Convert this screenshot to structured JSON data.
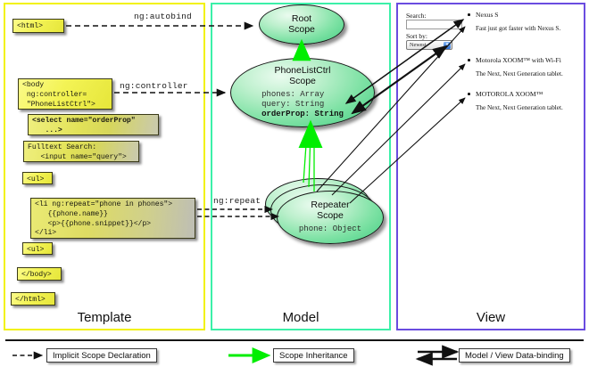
{
  "columns": {
    "template_label": "Template",
    "model_label": "Model",
    "view_label": "View"
  },
  "template": {
    "boxes": [
      {
        "name": "html-open-tag",
        "code": "<html>"
      },
      {
        "name": "body-tag",
        "code": "<body\n ng:controller=\n \"PhoneListCtrl\">"
      },
      {
        "name": "select-tag",
        "code": "<select name=\"orderProp\"\n   ...>"
      },
      {
        "name": "fulltext-search",
        "code": "Fulltext Search:\n   <input name=\"query\">"
      },
      {
        "name": "ul-open-tag",
        "code": "<ul>"
      },
      {
        "name": "li-repeat-tag",
        "code": "<li ng:repeat=\"phone in phones\">\n   {{phone.name}}\n   <p>{{phone.snippet}}</p>\n</li>"
      },
      {
        "name": "ul-close-tag",
        "code": "<ul>"
      },
      {
        "name": "body-close-tag",
        "code": "</body>"
      },
      {
        "name": "html-close-tag",
        "code": "</html>"
      }
    ]
  },
  "model": {
    "root_scope": {
      "title_line1": "Root",
      "title_line2": "Scope"
    },
    "phonelist_scope": {
      "title_line1": "PhoneListCtrl",
      "title_line2": "Scope",
      "prop1": "phones: Array",
      "prop2": "query: String",
      "prop3": "orderProp: String"
    },
    "repeater_scope": {
      "title_line1": "Repeater",
      "title_line2": "Scope",
      "prop1": "phone: Object"
    }
  },
  "connectors": {
    "ng_autobind": "ng:autobind",
    "ng_controller": "ng:controller",
    "ng_repeat": "ng:repeat"
  },
  "view": {
    "search_label": "Search:",
    "search_value": "",
    "search_placeholder": "",
    "sort_label": "Sort by:",
    "sort_selected": "Newest",
    "sort_options": [
      "Newest"
    ],
    "dropdown_glyph": "▾",
    "phones": [
      {
        "name": "Nexus S",
        "snippet": "Fast just got faster with Nexus S."
      },
      {
        "name": "Motorola XOOM™ with Wi-Fi",
        "snippet": "The Next, Next Generation tablet."
      },
      {
        "name": "MOTOROLA XOOM™",
        "snippet": "The Next, Next Generation tablet."
      }
    ]
  },
  "legend": {
    "implicit": "Implicit Scope Declaration",
    "inheritance": "Scope Inheritance",
    "databinding": "Model / View Data-binding"
  },
  "colors": {
    "template_border": "#f2f20d",
    "model_border": "#3bf0a8",
    "view_border": "#6a4ce0",
    "scope_green": "#7fe2a5",
    "inheritance_arrow": "#00ee00",
    "code_yellow": "#e6e63a",
    "wire_black": "#111111"
  }
}
